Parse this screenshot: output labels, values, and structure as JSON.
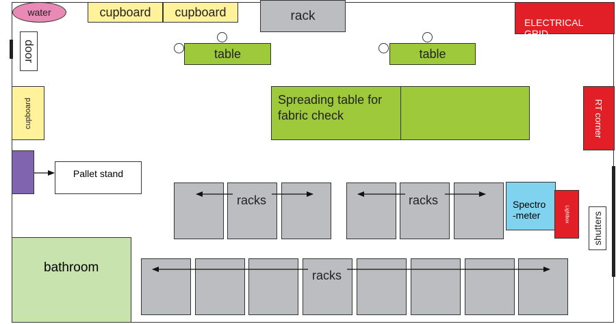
{
  "labels": {
    "water": "water",
    "cupboard_top_left": "cupboard",
    "cupboard_top_right": "cupboard",
    "rack_top": "rack",
    "electrical_grid": "ELECTRICAL\nGRID",
    "door": "door",
    "table_left": "table",
    "table_right": "table",
    "cupboard_side": "cupboard",
    "spreading_table": "Spreading table for\nfabric check",
    "rt_corner": "RT corner",
    "pallet_stand": "Pallet stand",
    "racks_left": "racks",
    "racks_middle": "racks",
    "spectrometer": "Spectro\n-meter",
    "small_red_unit": "Lightbox",
    "shutters": "shutters",
    "bathroom": "bathroom",
    "racks_bottom": "racks"
  },
  "colors": {
    "storage": "#fff29a",
    "rack": "#bcbdc0",
    "table": "#9dc93b",
    "electrical": "#e21f26",
    "pallet": "#8064b0",
    "bathroom": "#c8e3ae",
    "spectrometer": "#7fd3ef",
    "water": "#e88ab5"
  }
}
